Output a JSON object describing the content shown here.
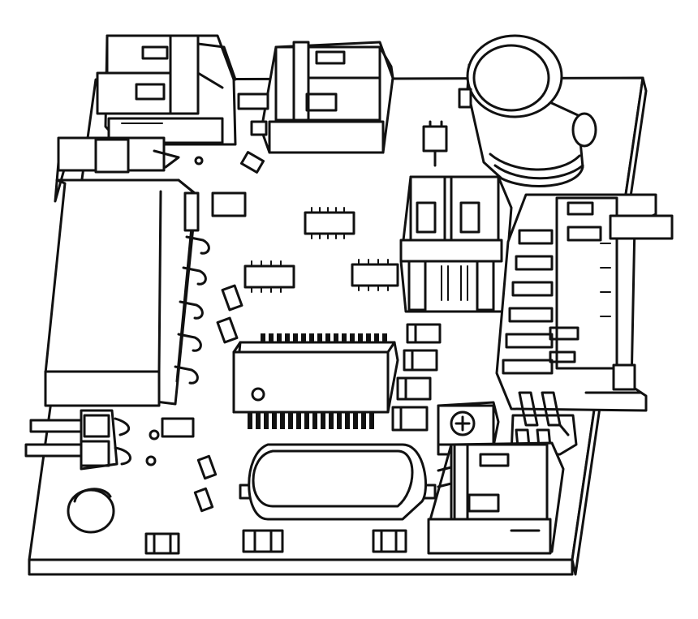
{
  "colors": {
    "background": "#ffffff",
    "line": "#111111"
  },
  "components": {
    "board": "pcb-board",
    "capacitor": "electrolytic-capacitor",
    "relay": "relay-module",
    "chip": "soic-chip",
    "crystal": "crystal-oscillator",
    "potentiometer": "trimmer-potentiometer"
  }
}
